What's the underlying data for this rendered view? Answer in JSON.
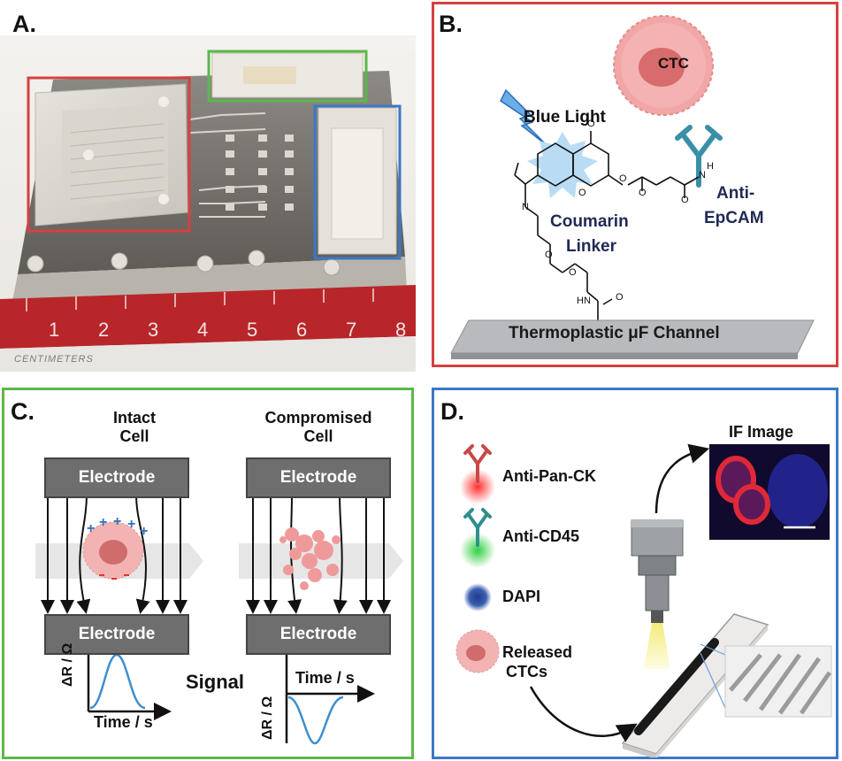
{
  "panel_labels": {
    "a": "A.",
    "b": "B.",
    "c": "C.",
    "d": "D."
  },
  "colors": {
    "red_frame": "#d64040",
    "green_frame": "#5ab84a",
    "blue_frame": "#3b78c8",
    "electrode": "#6e6e6e",
    "ruler": "#b8262a",
    "navy_text": "#1f2a55"
  },
  "panel_a": {
    "ruler_numbers": [
      "1",
      "2",
      "3",
      "4",
      "5",
      "6",
      "7",
      "8"
    ],
    "ruler_caption": "CENTIMETERS"
  },
  "panel_b": {
    "cell_label": "CTC",
    "light_label": "Blue Light",
    "linker_label_1": "Coumarin",
    "linker_label_2": "Linker",
    "antibody_label_1": "Anti-",
    "antibody_label_2": "EpCAM",
    "substrate_label": "Thermoplastic μF Channel",
    "atoms": {
      "o_carbonyl": "O",
      "o_ring": "O",
      "o_ether": "O",
      "o_ester": "O",
      "o_amide": "O",
      "n_amine": "N",
      "nh_amide": "N",
      "h_amide": "H",
      "hn_bottom": "HN",
      "o_chain1": "O",
      "o_chain2": "O",
      "o_bottom": "O"
    }
  },
  "panel_c": {
    "left_title_1": "Intact",
    "left_title_2": "Cell",
    "right_title_1": "Compromised",
    "right_title_2": "Cell",
    "electrode_label": "Electrode",
    "signal_label": "Signal",
    "y_axis_label": "ΔR / Ω",
    "x_axis_label": "Time / s"
  },
  "panel_d": {
    "image_label": "IF Image",
    "legend": [
      {
        "label": "Anti-Pan-CK",
        "icon": "red-antibody-icon"
      },
      {
        "label": "Anti-CD45",
        "icon": "green-antibody-icon"
      },
      {
        "label": "DAPI",
        "icon": "dapi-icon"
      },
      {
        "label": "Released",
        "label2": "CTCs",
        "icon": "cell-icon"
      }
    ]
  }
}
